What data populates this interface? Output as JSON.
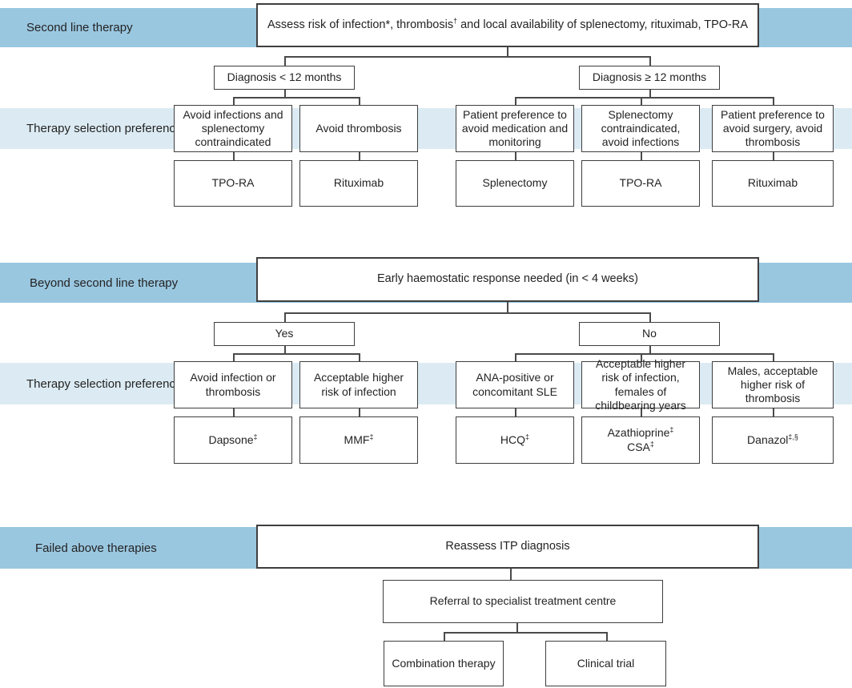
{
  "palette": {
    "band_blue": "#9ac7e0",
    "band_light_blue": "#dcebf3",
    "box_border": "#3e3e3e",
    "connector": "#4a4a4a",
    "text": "#232323"
  },
  "bands": {
    "second_line": "Second line therapy",
    "therapy_pref_1": "Therapy selection preference",
    "beyond_second_line": "Beyond second line therapy",
    "therapy_pref_2": "Therapy selection preference",
    "failed": "Failed above therapies"
  },
  "s1": {
    "assess": {
      "pre": "Assess risk of infection*, thrombosis",
      "sup": "†",
      "post": " and local availability of splenectomy, rituximab, TPO-RA"
    },
    "diag_lt": "Diagnosis < 12 months",
    "diag_ge": "Diagnosis ≥ 12 months",
    "conditions": [
      "Avoid infections and splenectomy contraindicated",
      "Avoid thrombosis",
      "Patient preference to avoid medication and monitoring",
      "Splenectomy contraindicated, avoid infections",
      "Patient preference to avoid surgery, avoid thrombosis"
    ],
    "therapies": [
      "TPO-RA",
      "Rituximab",
      "Splenectomy",
      "TPO-RA",
      "Rituximab"
    ]
  },
  "s2": {
    "question": "Early haemostatic response needed (in < 4 weeks)",
    "yes": "Yes",
    "no": "No",
    "conditions": [
      "Avoid infection or thrombosis",
      "Acceptable higher risk of infection",
      "ANA-positive or concomitant SLE",
      "Acceptable higher risk of infection, females of childbearing years",
      "Males, acceptable higher risk of thrombosis"
    ],
    "therapies": [
      {
        "lines": [
          {
            "t": "Dapsone",
            "s": "‡"
          }
        ]
      },
      {
        "lines": [
          {
            "t": "MMF",
            "s": "‡"
          }
        ]
      },
      {
        "lines": [
          {
            "t": "HCQ",
            "s": "‡"
          }
        ]
      },
      {
        "lines": [
          {
            "t": "Azathioprine",
            "s": "‡"
          },
          {
            "t": "CSA",
            "s": "‡"
          }
        ]
      },
      {
        "lines": [
          {
            "t": "Danazol",
            "s": "‡,§"
          }
        ]
      }
    ]
  },
  "s3": {
    "reassess": "Reassess ITP diagnosis",
    "referral": "Referral to specialist treatment centre",
    "combination": "Combination therapy",
    "clinical": "Clinical trial"
  }
}
